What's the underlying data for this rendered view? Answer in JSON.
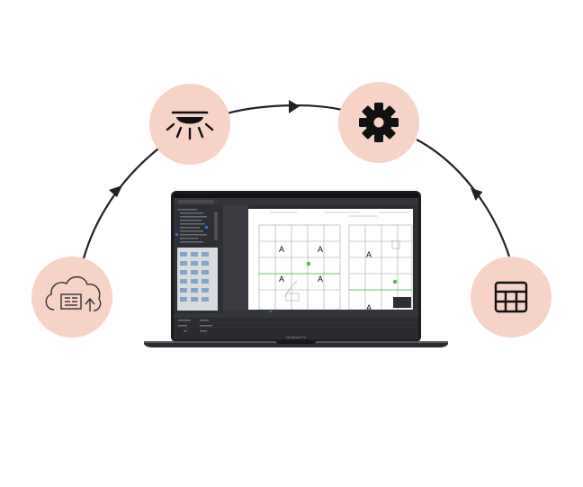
{
  "colors": {
    "node_fill": "#f6d3c6",
    "arc": "#222222",
    "icon": "#111111",
    "laptop_body": "#2b2c30",
    "screen_dark": "#1f2024",
    "plan_bg": "#ffffff",
    "highlight_green": "#3cc04a",
    "highlight_blue": "#2f6fd6"
  },
  "nodes": [
    {
      "id": "upload",
      "icon": "cloud-upload-plans-icon"
    },
    {
      "id": "lighting",
      "icon": "ceiling-light-icon"
    },
    {
      "id": "settings",
      "icon": "gear-icon"
    },
    {
      "id": "schedule",
      "icon": "table-grid-icon"
    }
  ],
  "laptop": {
    "model_label": "MacBook Pro",
    "floorplan_marks": [
      "A",
      "A",
      "A",
      "A",
      "A",
      "A"
    ]
  }
}
